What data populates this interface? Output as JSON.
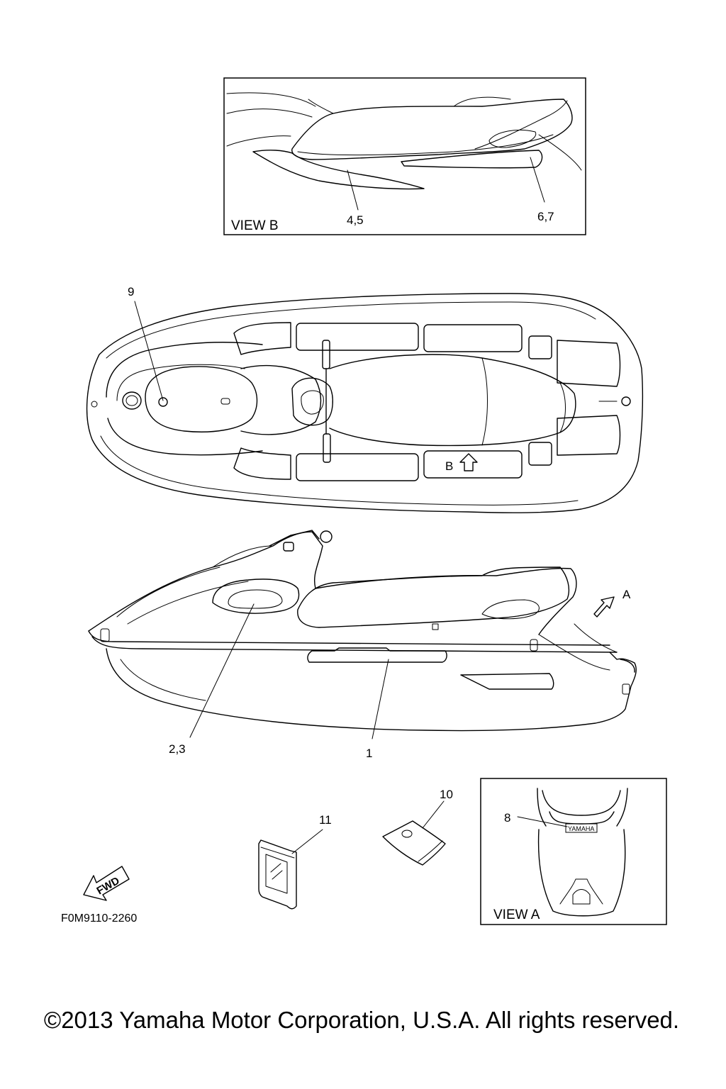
{
  "views": {
    "view_b_label": "VIEW B",
    "view_a_label": "VIEW A",
    "arrow_b_label": "B",
    "arrow_a_label": "A"
  },
  "callouts": {
    "c1": "1",
    "c23": "2,3",
    "c45": "4,5",
    "c67": "6,7",
    "c8": "8",
    "c9": "9",
    "c10": "10",
    "c11": "11"
  },
  "badge_text": "YAMAHA",
  "fwd_text": "FWD",
  "diagram_code": "F0M9110-2260",
  "copyright": "©2013 Yamaha Motor Corporation, U.S.A. All rights reserved."
}
